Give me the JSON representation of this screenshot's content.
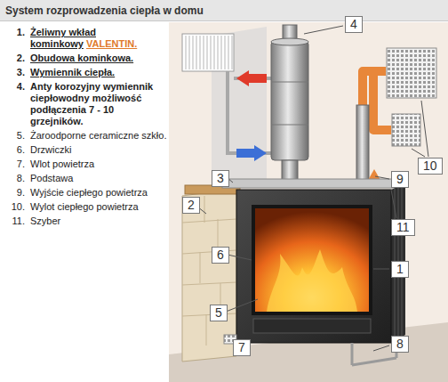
{
  "diagram": {
    "title": "System rozprowadzenia ciepła w domu",
    "nodes": [
      {
        "text": [
          "4"
        ]
      },
      {
        "text": [
          "10"
        ]
      },
      {
        "text": [
          "3"
        ]
      },
      {
        "text": [
          "9"
        ]
      },
      {
        "text": [
          "2"
        ]
      },
      {
        "text": [
          "11"
        ]
      },
      {
        "text": [
          "6"
        ]
      },
      {
        "text": [
          "1"
        ]
      },
      {
        "text": [
          "5"
        ]
      },
      {
        "text": [
          "7"
        ]
      },
      {
        "text": [
          "8"
        ]
      }
    ],
    "labels": [
      "1.",
      "Żeliwny wkład kominkowy",
      "VALENTIN.",
      "2.",
      "Obudowa kominkowa.",
      "3.",
      "Wymiennik ciepła.",
      "4.",
      "Anty korozyjny wymiennik ciepłowodny możliwość podłączenia 7 - 10 grzejników.",
      "5.",
      "Żaroodporne ceramiczne szkło.",
      "6.",
      "Drzwiczki",
      "7.",
      "Wlot powietrza",
      "8.",
      "Podstawa",
      "9.",
      "Wyjście ciepłego powietrza",
      "10.",
      "Wylot ciepłego powietrza",
      "11.",
      "Szyber"
    ]
  }
}
